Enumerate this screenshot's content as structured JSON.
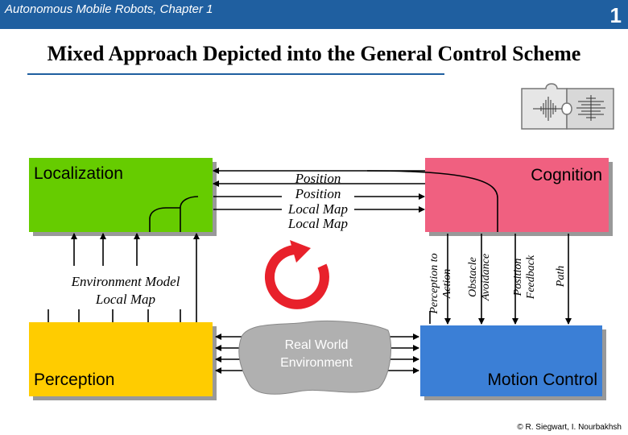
{
  "header": {
    "title": "Autonomous Mobile Robots, Chapter 1",
    "slide_number": "1"
  },
  "slide": {
    "title": "Mixed Approach Depicted into the General Control Scheme"
  },
  "boxes": {
    "localization": "Localization",
    "cognition": "Cognition",
    "perception": "Perception",
    "motion_control": "Motion Control"
  },
  "labels": {
    "position_1": "Position",
    "position_2": "Position",
    "local_map_1": "Local Map",
    "local_map_2": "Local Map",
    "env_model": "Environment Model",
    "env_local_map": "Local Map",
    "real_world_1": "Real World",
    "real_world_2": "Environment",
    "perception_to": "Perception to",
    "action": "Action",
    "obstacle": "Obstacle",
    "avoidance": "Avoidance",
    "position_v": "Position",
    "feedback": "Feedback",
    "path": "Path"
  },
  "footer": "© R. Siegwart, I. Nourbakhsh",
  "colors": {
    "header": "#1f5fa0",
    "localization": "#66cc00",
    "cognition": "#f06080",
    "perception": "#ffcc00",
    "motion_control": "#3b7fd6",
    "cycle_arrow": "#e8212b"
  }
}
